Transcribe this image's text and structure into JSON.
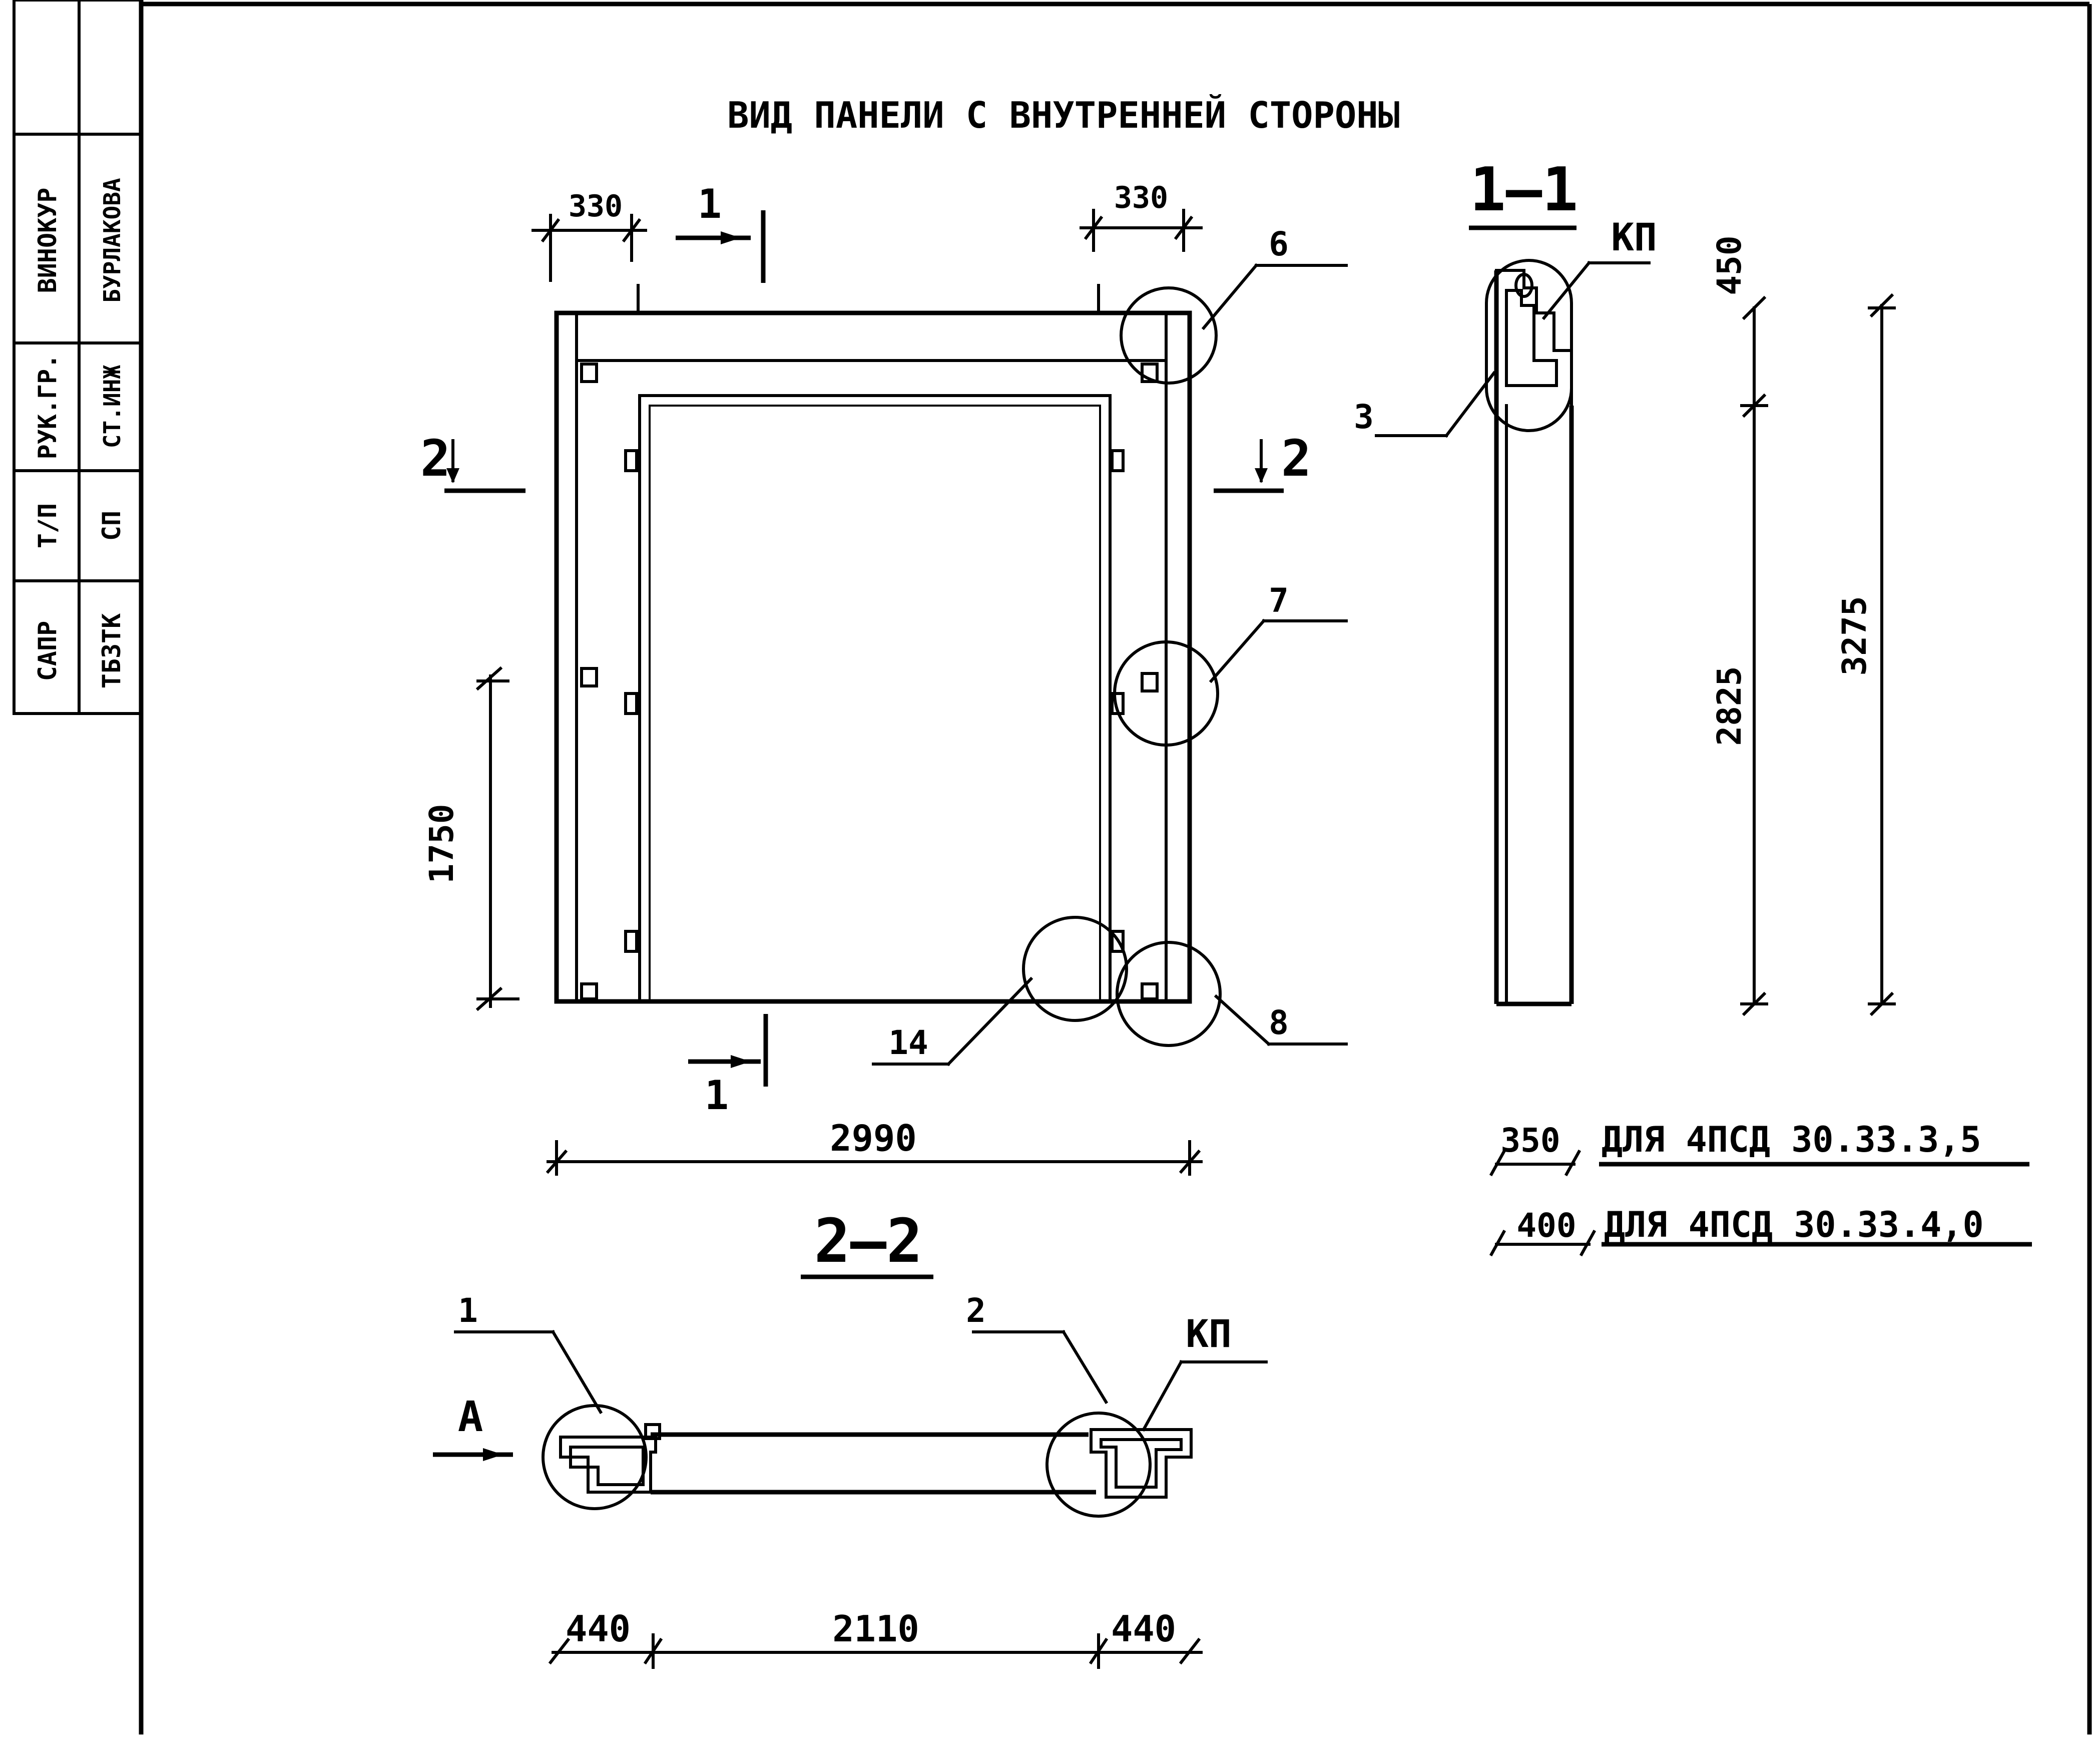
{
  "title": "ВИД ПАНЕЛИ С ВНУТРЕННЕЙ СТОРОНЫ",
  "stamp": {
    "col_left": [
      "ВИНОКУР",
      "РУК.ГР.",
      "Т/П",
      "САПР"
    ],
    "col_right": [
      "БУРЛАКОВА",
      "СТ.ИНЖ",
      "СП",
      "ТБЗТК"
    ]
  },
  "elevation": {
    "dims": {
      "top_left": "330",
      "top_right": "330",
      "height_opening": "1750",
      "width_total": "2990"
    },
    "section_marks": {
      "top": "1",
      "bottom": "1",
      "left": "2",
      "right": "2"
    },
    "callouts": {
      "c6": "6",
      "c7": "7",
      "c8": "8",
      "c14": "14"
    }
  },
  "section_1_1": {
    "title": "1–1",
    "label_kp": "КП",
    "label_3": "3",
    "dims": {
      "top": "450",
      "middle": "2825",
      "total": "3275"
    }
  },
  "notes": [
    {
      "dim": "350",
      "text": "ДЛЯ 4ПСД 30.33.3,5"
    },
    {
      "dim": "400",
      "text": "ДЛЯ 4ПСД 30.33.4,0"
    }
  ],
  "section_2_2": {
    "title": "2–2",
    "label_1": "1",
    "label_2": "2",
    "label_kp": "КП",
    "label_a": "А",
    "dims": {
      "left": "440",
      "middle": "2110",
      "right": "440"
    }
  }
}
